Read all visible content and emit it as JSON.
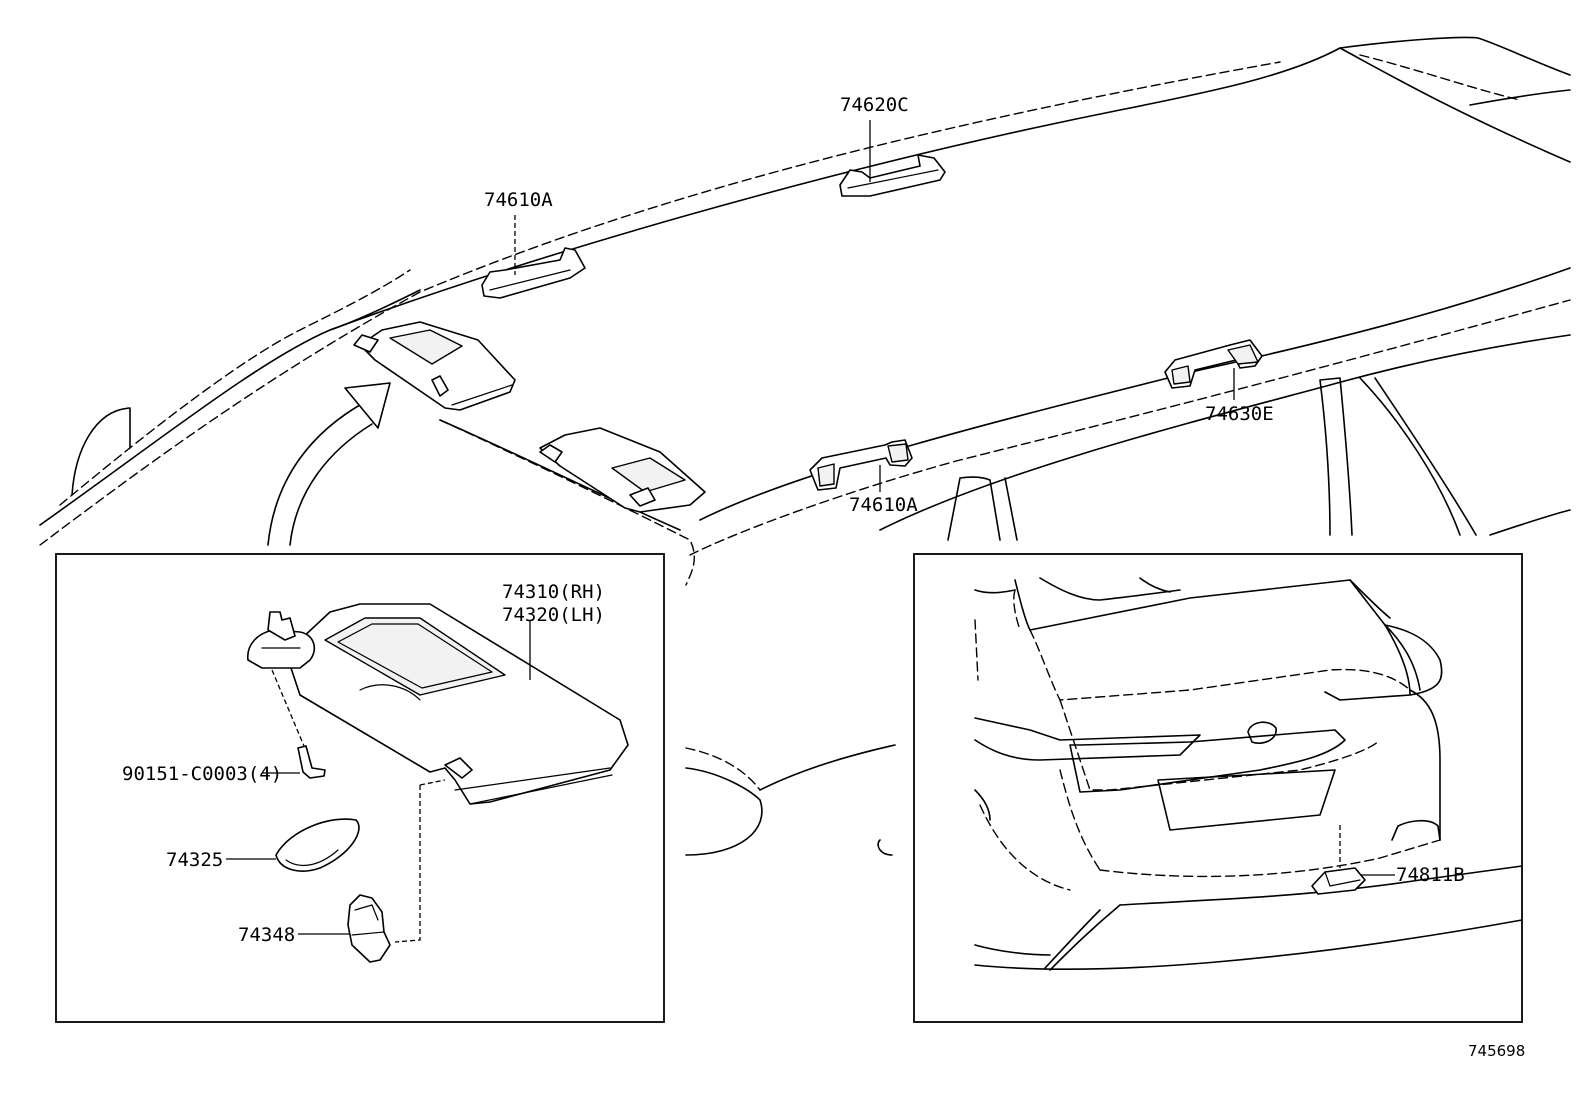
{
  "labels": {
    "grip_front_top": "74610A",
    "grip_center_top": "74620C",
    "grip_rear": "74630E",
    "grip_front_low": "74610A",
    "visor_rh": "74310(RH)",
    "visor_lh": "74320(LH)",
    "screw": "90151-C0003(4)",
    "mirror_cover": "74325",
    "holder": "74348",
    "back_door_part": "74811B"
  },
  "reference": "745698"
}
